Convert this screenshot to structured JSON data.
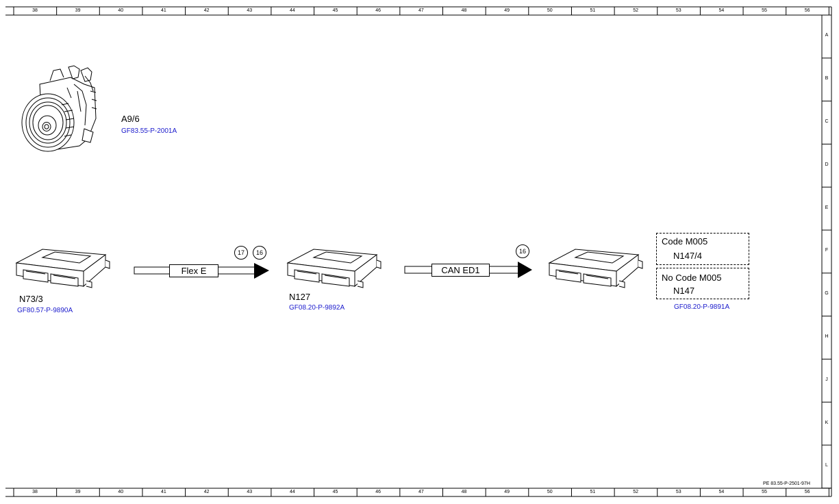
{
  "grid": {
    "columns": [
      "38",
      "39",
      "40",
      "41",
      "42",
      "43",
      "44",
      "45",
      "46",
      "47",
      "48",
      "49",
      "50",
      "51",
      "52",
      "53",
      "54",
      "55",
      "56"
    ],
    "rows": [
      "A",
      "B",
      "C",
      "D",
      "E",
      "F",
      "G",
      "H",
      "J",
      "K",
      "L"
    ]
  },
  "components": {
    "compressor": {
      "id": "A9/6",
      "ref": "GF83.55-P-2001A"
    },
    "ecu_left": {
      "id": "N73/3",
      "ref": "GF80.57-P-9890A"
    },
    "ecu_middle": {
      "id": "N127",
      "ref": "GF08.20-P-9892A"
    },
    "ecu_right": {
      "ref": "GF08.20-P-9891A"
    }
  },
  "code_boxes": [
    {
      "title": "Code M005",
      "component": "N147/4"
    },
    {
      "title": "No Code M005",
      "component": "N147"
    }
  ],
  "buses": {
    "flex": {
      "label": "Flex E",
      "connectors": [
        "17",
        "16"
      ]
    },
    "can": {
      "label": "CAN ED1",
      "connectors": [
        "16"
      ]
    }
  },
  "diagram_id": "PE 83.55-P-2501-97H"
}
